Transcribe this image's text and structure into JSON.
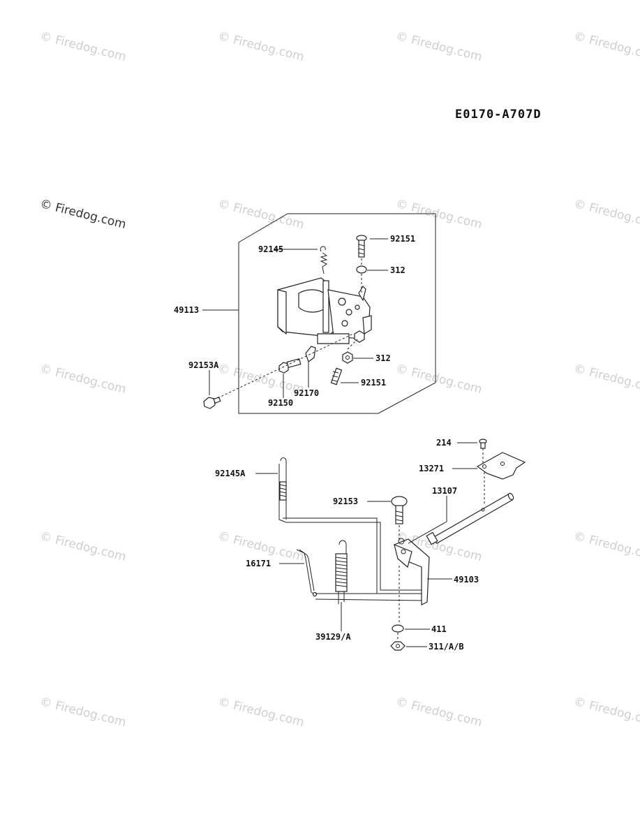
{
  "diagram_code": "E0170-A707D",
  "watermark": {
    "text": "© Firedog.com",
    "logo_text": "© Firedog.com"
  },
  "upper_assembly": {
    "labels": {
      "p92145": "92145",
      "p92151_top": "92151",
      "p312_top": "312",
      "p49113": "49113",
      "p92153A": "92153A",
      "p312_bottom": "312",
      "p92151_bottom": "92151",
      "p92170": "92170",
      "p92150": "92150"
    }
  },
  "lower_assembly": {
    "labels": {
      "p214": "214",
      "p13271": "13271",
      "p92145A": "92145A",
      "p13107": "13107",
      "p92153": "92153",
      "p16171": "16171",
      "p49103": "49103",
      "p411": "411",
      "p39129A": "39129/A",
      "p311AB": "311/A/B"
    }
  }
}
